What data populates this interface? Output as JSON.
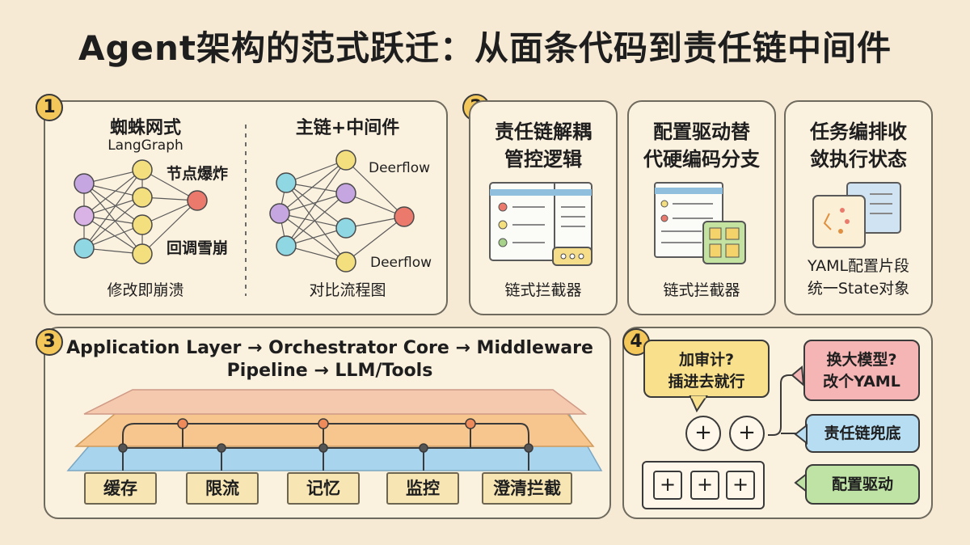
{
  "title": "Agent架构的范式跃迁：从面条代码到责任链中间件",
  "panel1": {
    "badge": "1",
    "left_title": "蜘蛛网式",
    "left_sub": "LangGraph",
    "label_explode": "节点爆炸",
    "label_callback": "回调雪崩",
    "left_bottom": "修改即崩溃",
    "right_title": "主链+中间件",
    "right_label_top": "Deerflow",
    "right_label_bottom": "Deerflow",
    "right_bottom": "对比流程图"
  },
  "panel2": {
    "badge": "2",
    "cards": [
      {
        "title_line1": "责任链解耦",
        "title_line2": "管控逻辑",
        "caption": "链式拦截器"
      },
      {
        "title_line1": "配置驱动替",
        "title_line2": "代硬编码分支",
        "caption": "链式拦截器"
      },
      {
        "title_line1": "任务编排收",
        "title_line2": "敛执行状态",
        "caption_line1": "YAML配置片段",
        "caption_line2": "统一State对象"
      }
    ]
  },
  "panel3": {
    "badge": "3",
    "heading_line1": "Application Layer → Orchestrator Core → Middleware",
    "heading_line2": "Pipeline → LLM/Tools",
    "modules": [
      "缓存",
      "限流",
      "记忆",
      "监控",
      "澄清拦截"
    ]
  },
  "panel4": {
    "badge": "4",
    "bubble_audit_line1": "加审计?",
    "bubble_audit_line2": "插进去就行",
    "bubble_model_line1": "换大模型?",
    "bubble_model_line2": "改个YAML",
    "tag_chain": "责任链兜底",
    "tag_config": "配置驱动",
    "plus": "+"
  },
  "colors": {
    "purple": "#c6a6e0",
    "yellow": "#f4df7e",
    "red": "#ec7a6c",
    "cyan": "#8fd7e3",
    "layer_top": "#f5c9ad",
    "layer_mid": "#f7c68e",
    "layer_bottom": "#a9d4ee",
    "bubble_yellow": "#f8e08c",
    "bubble_pink": "#f5b5b5",
    "tag_blue": "#b7ddf3",
    "tag_green": "#bfe3a4"
  }
}
